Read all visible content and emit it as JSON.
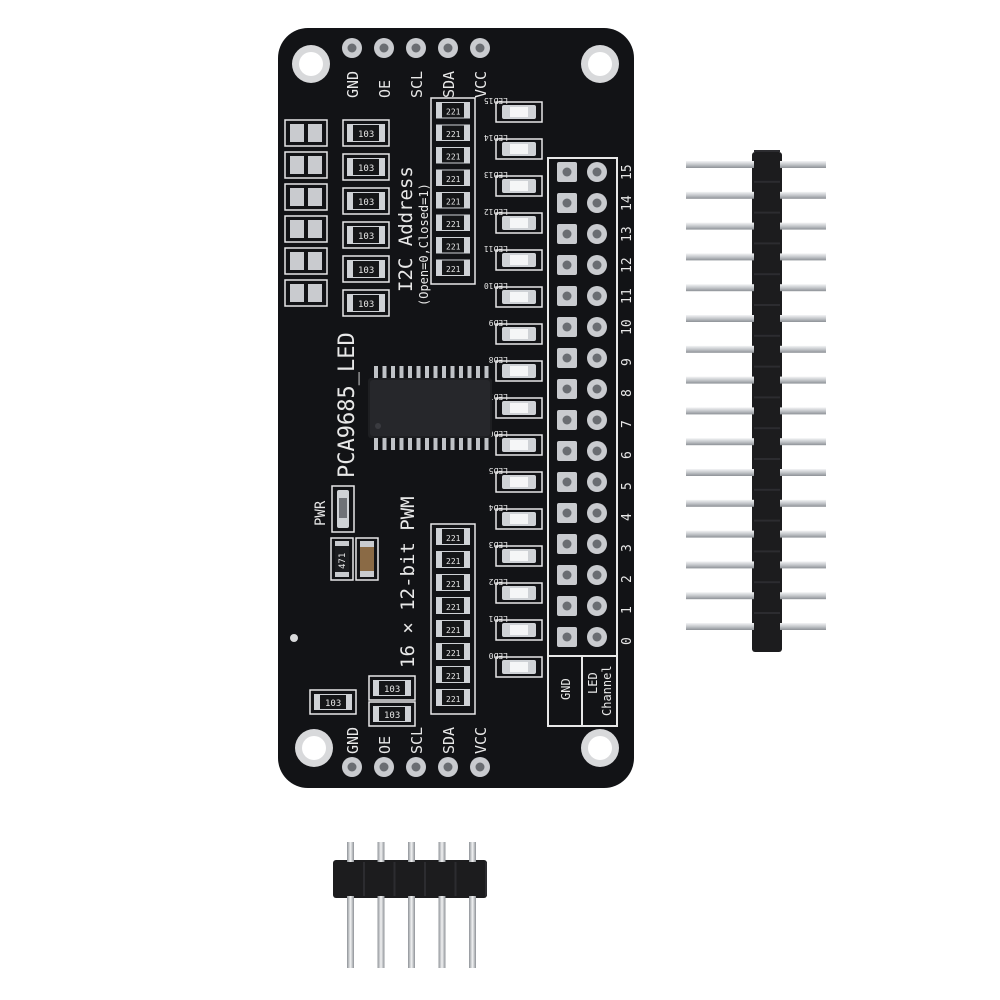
{
  "colors": {
    "background": "#ffffff",
    "pcb": "#121316",
    "silkscreen": "#e8e8e8",
    "pad": "#c9cbcf",
    "header_plastic": "#1a1a1a",
    "header_pin": "#cfd2d6"
  },
  "board": {
    "top_pins": [
      "GND",
      "OE",
      "SCL",
      "SDA",
      "VCC"
    ],
    "bottom_pins": [
      "GND",
      "OE",
      "SCL",
      "SDA",
      "VCC"
    ],
    "chip_label": "PCA9685_LED",
    "address_title": "I2C Address",
    "address_note": "(Open=0,Closed=1)",
    "pwm_label": "16 × 12-bit PWM",
    "pwr_label": "PWR",
    "channel_numbers": [
      "15",
      "14",
      "13",
      "12",
      "11",
      "10",
      "9",
      "8",
      "7",
      "6",
      "5",
      "4",
      "3",
      "2",
      "1",
      "0"
    ],
    "led_labels": [
      "LED15",
      "LED14",
      "LED13",
      "LED12",
      "LED11",
      "LED10",
      "LED9",
      "LED8",
      "LED7",
      "LED6",
      "LED5",
      "LED4",
      "LED3",
      "LED2",
      "LED1",
      "LED0"
    ],
    "column_gnd_label": "GND",
    "column_led_label": "LED",
    "column_channel_label": "Channel",
    "resistor_top_codes": [
      "221",
      "221",
      "221",
      "221",
      "221",
      "221",
      "221",
      "221"
    ],
    "resistor_bottom_codes": [
      "221",
      "221",
      "221",
      "221",
      "221",
      "221",
      "221",
      "221"
    ],
    "address_resistor_codes": [
      "103",
      "103",
      "103",
      "103",
      "103",
      "103"
    ],
    "pwr_resistor_code": "471",
    "bottom_left_resistor_codes": [
      "103",
      "103",
      "103"
    ]
  }
}
